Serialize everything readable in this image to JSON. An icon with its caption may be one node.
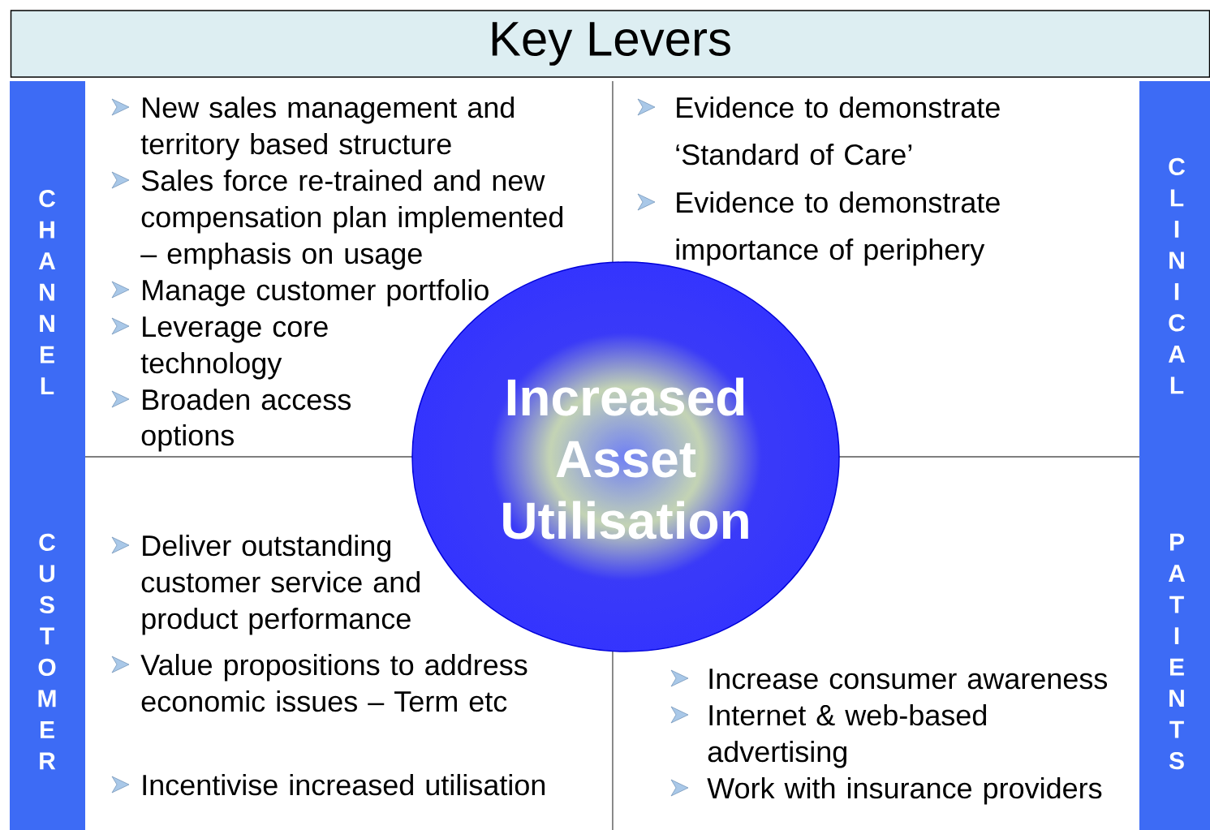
{
  "diagram": {
    "title": "Key Levers",
    "nodes": [
      {
        "text": [
          "CHANNEL"
        ]
      },
      {
        "text": [
          "New sales management and territory based structure",
          "Sales force re-trained and new compensation plan implemented – emphasis on usage",
          "Manage customer portfolio",
          "Leverage core technology",
          "Broaden access options"
        ]
      },
      {
        "text": [
          "Evidence to demonstrate ‘Standard of Care’",
          "Evidence to demonstrate importance of periphery"
        ]
      },
      {
        "text": [
          "CLINICAL"
        ]
      },
      {
        "text": [
          "Increased Asset Utilisation"
        ]
      },
      {
        "text": [
          "CUSTOMER"
        ]
      },
      {
        "text": [
          "Deliver outstanding customer service and product performance",
          "Value propositions to address economic issues – Term etc",
          "Incentivise increased utilisation"
        ]
      },
      {
        "text": [
          "Increase consumer awareness",
          "Internet & web-based advertising",
          "Work with insurance providers"
        ]
      },
      {
        "text": [
          "PATIENTS"
        ]
      }
    ]
  }
}
